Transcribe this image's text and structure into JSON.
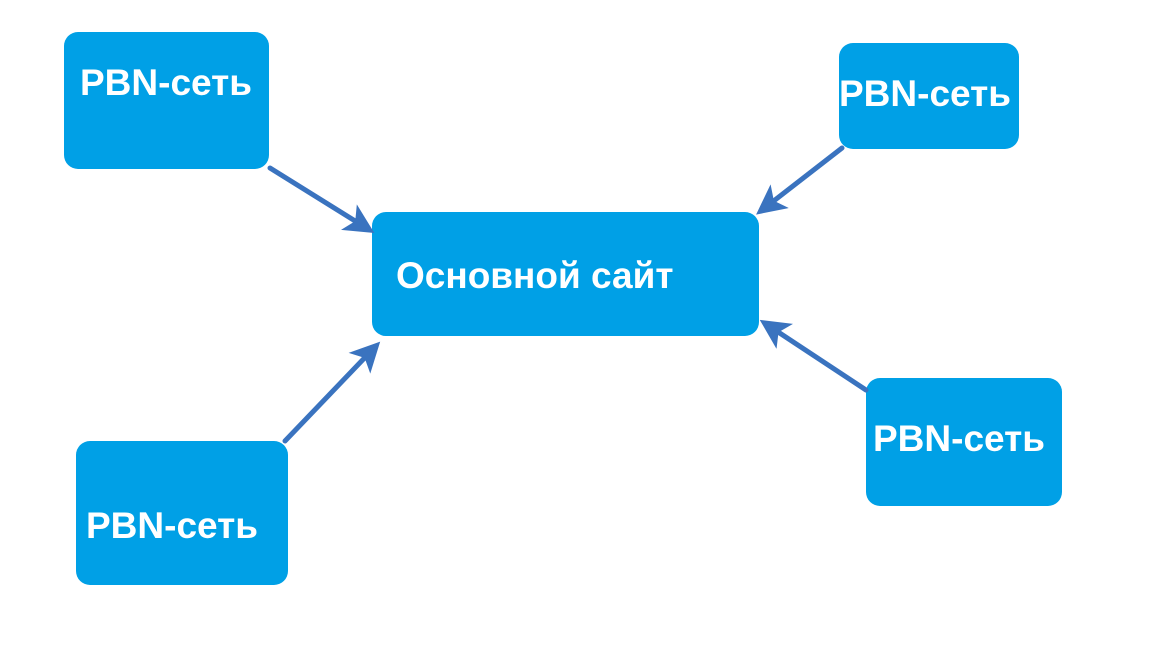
{
  "diagram": {
    "main_node": {
      "label": "Основной сайт"
    },
    "pbn_nodes": [
      {
        "label": "PBN-сеть"
      },
      {
        "label": "PBN-сеть"
      },
      {
        "label": "PBN-сеть"
      },
      {
        "label": "PBN-сеть"
      }
    ],
    "colors": {
      "node_fill": "#00a0e6",
      "node_text": "#ffffff",
      "arrow": "#3a73bf"
    }
  }
}
